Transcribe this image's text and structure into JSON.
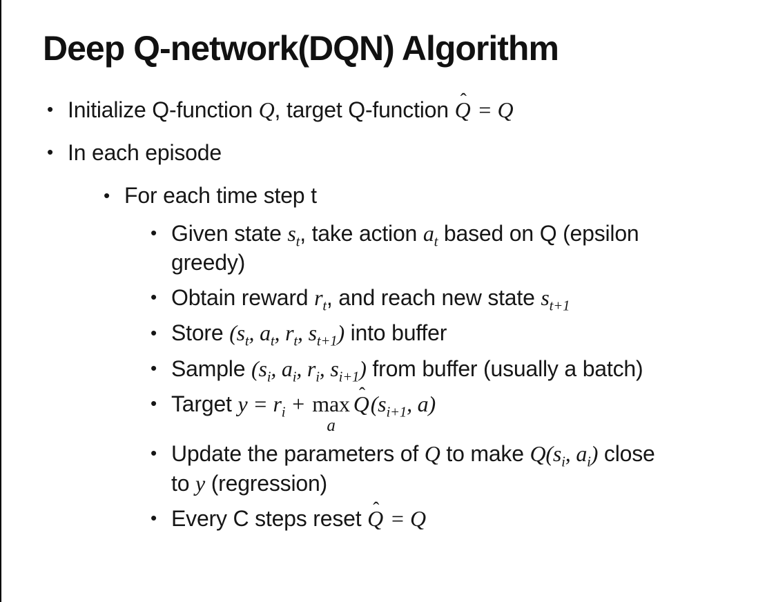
{
  "colors": {
    "background": "#ffffff",
    "text": "#161616",
    "title": "#111111",
    "edge_line": "#000000"
  },
  "slide": {
    "title": "Deep Q-network(DQN) Algorithm",
    "bullet_char": "•",
    "bullets": [
      {
        "level": 1,
        "segments": [
          {
            "k": "t",
            "v": "Initialize Q-function "
          },
          {
            "k": "m",
            "v": "Q"
          },
          {
            "k": "t",
            "v": ", target Q-function "
          },
          {
            "k": "qh",
            "v": "Q"
          },
          {
            "k": "m",
            "v": " = Q"
          }
        ]
      },
      {
        "level": 1,
        "segments": [
          {
            "k": "t",
            "v": "In each episode"
          }
        ]
      },
      {
        "level": 2,
        "segments": [
          {
            "k": "t",
            "v": "For each time step t"
          }
        ]
      },
      {
        "level": 3,
        "segments": [
          {
            "k": "t",
            "v": "Given state "
          },
          {
            "k": "ms",
            "v": "s",
            "s": "t"
          },
          {
            "k": "t",
            "v": ", take action "
          },
          {
            "k": "ms",
            "v": "a",
            "s": "t"
          },
          {
            "k": "t",
            "v": " based on Q (epsilon"
          },
          {
            "k": "br"
          },
          {
            "k": "t",
            "v": "greedy)"
          }
        ]
      },
      {
        "level": 3,
        "segments": [
          {
            "k": "t",
            "v": "Obtain reward "
          },
          {
            "k": "ms",
            "v": "r",
            "s": "t"
          },
          {
            "k": "t",
            "v": ", and reach new state "
          },
          {
            "k": "ms",
            "v": "s",
            "s": "t+1"
          }
        ]
      },
      {
        "level": 3,
        "segments": [
          {
            "k": "t",
            "v": "Store "
          },
          {
            "k": "m",
            "v": "("
          },
          {
            "k": "ms",
            "v": "s",
            "s": "t"
          },
          {
            "k": "m",
            "v": ", "
          },
          {
            "k": "ms",
            "v": "a",
            "s": "t"
          },
          {
            "k": "m",
            "v": ", "
          },
          {
            "k": "ms",
            "v": "r",
            "s": "t"
          },
          {
            "k": "m",
            "v": ", "
          },
          {
            "k": "ms",
            "v": "s",
            "s": "t+1"
          },
          {
            "k": "m",
            "v": ")"
          },
          {
            "k": "t",
            "v": " into buffer"
          }
        ]
      },
      {
        "level": 3,
        "segments": [
          {
            "k": "t",
            "v": "Sample "
          },
          {
            "k": "m",
            "v": "("
          },
          {
            "k": "ms",
            "v": "s",
            "s": "i"
          },
          {
            "k": "m",
            "v": ", "
          },
          {
            "k": "ms",
            "v": "a",
            "s": "i"
          },
          {
            "k": "m",
            "v": ", "
          },
          {
            "k": "ms",
            "v": "r",
            "s": "i"
          },
          {
            "k": "m",
            "v": ", "
          },
          {
            "k": "ms",
            "v": "s",
            "s": "i+1"
          },
          {
            "k": "m",
            "v": ")"
          },
          {
            "k": "t",
            "v": " from buffer (usually a batch)"
          }
        ]
      },
      {
        "level": 3,
        "segments": [
          {
            "k": "t",
            "v": "Target "
          },
          {
            "k": "m",
            "v": "y = "
          },
          {
            "k": "ms",
            "v": "r",
            "s": "i"
          },
          {
            "k": "m",
            "v": " + "
          },
          {
            "k": "mx",
            "v": "max",
            "s": "a"
          },
          {
            "k": "qh",
            "v": "Q"
          },
          {
            "k": "m",
            "v": "("
          },
          {
            "k": "ms",
            "v": "s",
            "s": "i+1"
          },
          {
            "k": "m",
            "v": ", a)"
          }
        ]
      },
      {
        "level": 3,
        "segments": [
          {
            "k": "t",
            "v": "Update the parameters of "
          },
          {
            "k": "m",
            "v": "Q"
          },
          {
            "k": "t",
            "v": " to make "
          },
          {
            "k": "m",
            "v": "Q("
          },
          {
            "k": "ms",
            "v": "s",
            "s": "i"
          },
          {
            "k": "m",
            "v": ", "
          },
          {
            "k": "ms",
            "v": "a",
            "s": "i"
          },
          {
            "k": "m",
            "v": ")"
          },
          {
            "k": "t",
            "v": " close"
          },
          {
            "k": "br"
          },
          {
            "k": "t",
            "v": "to "
          },
          {
            "k": "m",
            "v": "y"
          },
          {
            "k": "t",
            "v": " (regression)"
          }
        ]
      },
      {
        "level": 3,
        "segments": [
          {
            "k": "t",
            "v": "Every C steps reset "
          },
          {
            "k": "qh",
            "v": "Q"
          },
          {
            "k": "m",
            "v": " = Q"
          }
        ]
      }
    ]
  }
}
